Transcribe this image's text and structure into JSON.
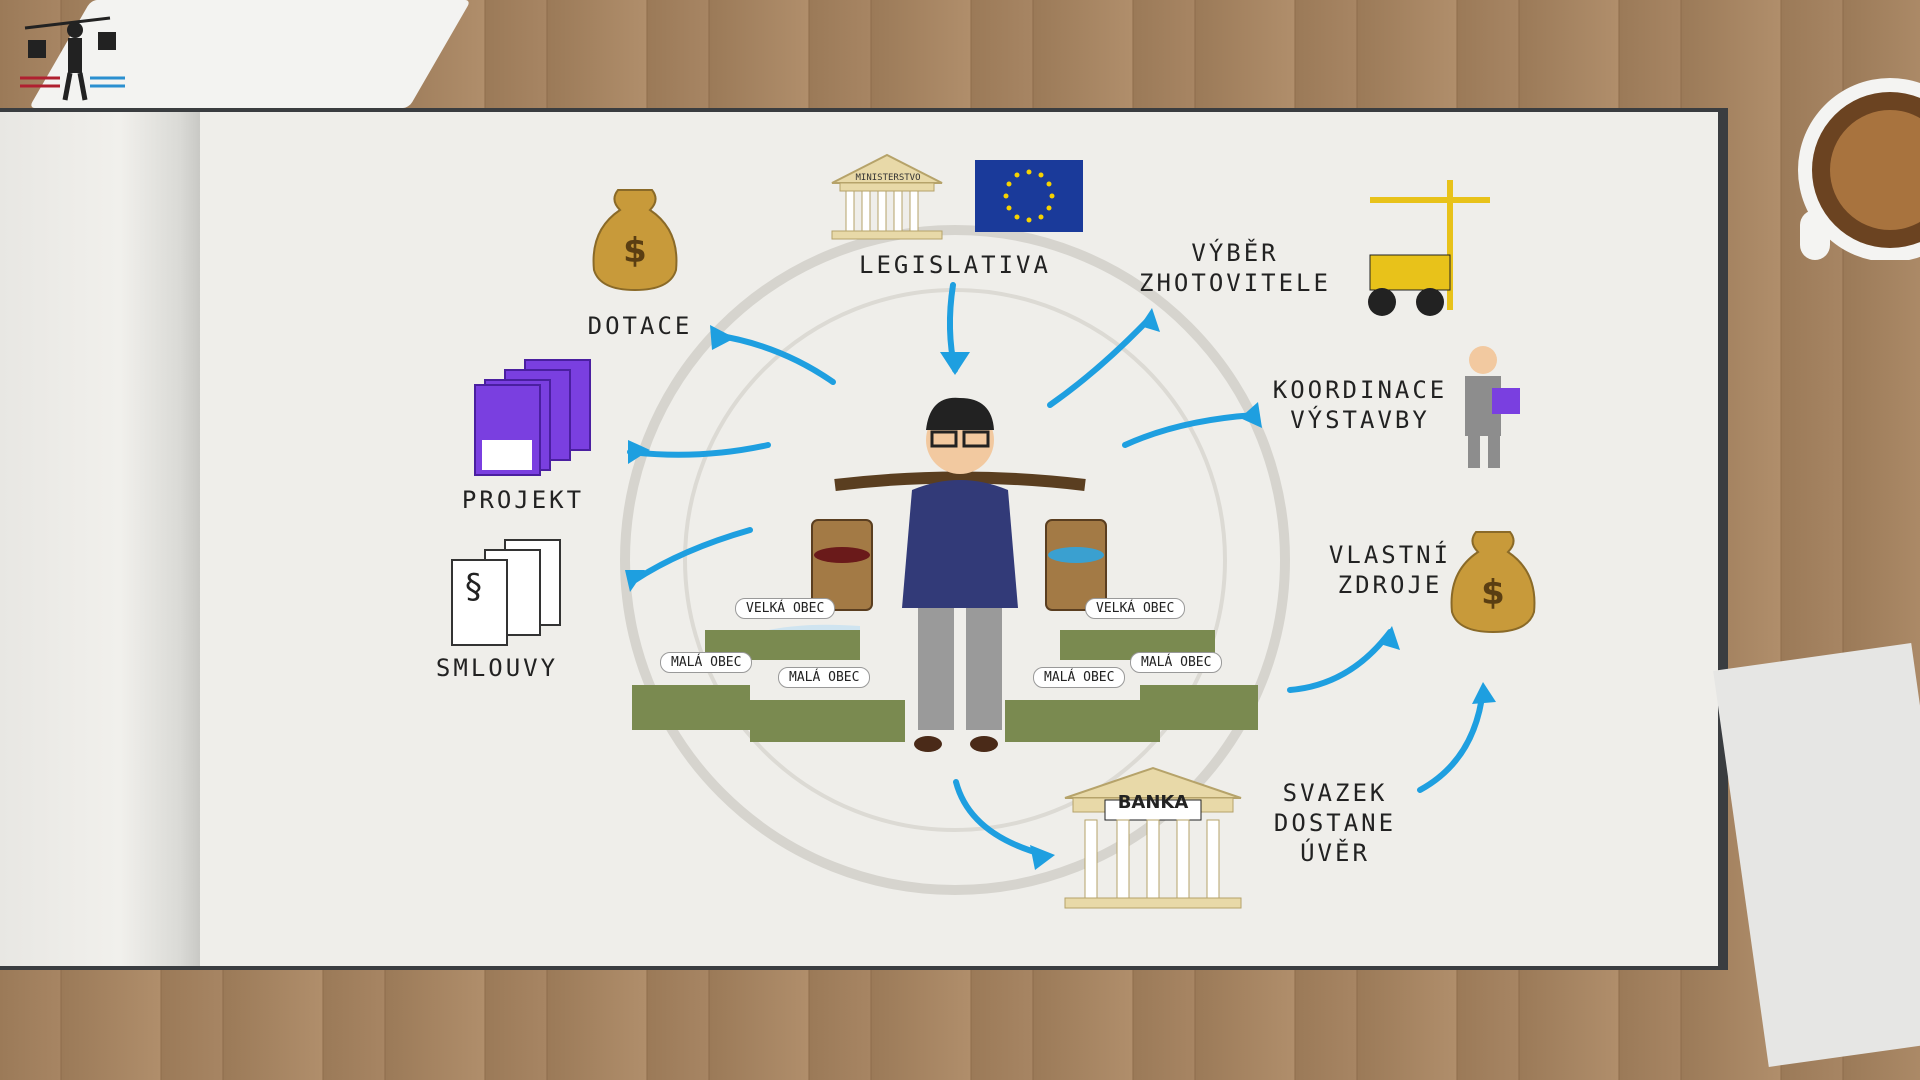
{
  "labels": {
    "legislativa": "LEGISLATIVA",
    "dotace": "DOTACE",
    "projekt": "PROJEKT",
    "smlouvy": "SMLOUVY",
    "vyber": "VÝBĚR\nZHOTOVITELE",
    "koordinace": "KOORDINACE\nVÝSTAVBY",
    "vlastni": "VLASTNÍ\nZDROJE",
    "svazek": "SVAZEK\nDOSTANE\nÚVĚR",
    "ministerstvo": "MINISTERSTVO",
    "banka": "BANKA",
    "velka_obec": "VELKÁ OBEC",
    "mala_obec": "MALÁ OBEC"
  },
  "colors": {
    "arrow": "#1e9fe0",
    "arrow_dark": "#7a1a2a",
    "folder": "#7a3fe0",
    "gold": "#c89a3a",
    "eu_blue": "#1a3a9a",
    "eu_star": "#f6d200"
  },
  "icons": [
    "ministry-building-icon",
    "eu-flag-icon",
    "money-bag-icon",
    "folders-icon",
    "contract-icon",
    "crane-excavator-icon",
    "worker-icon",
    "bank-icon",
    "man-with-buckets-icon",
    "village-icon",
    "coffee-cup-icon",
    "logo-icon"
  ]
}
